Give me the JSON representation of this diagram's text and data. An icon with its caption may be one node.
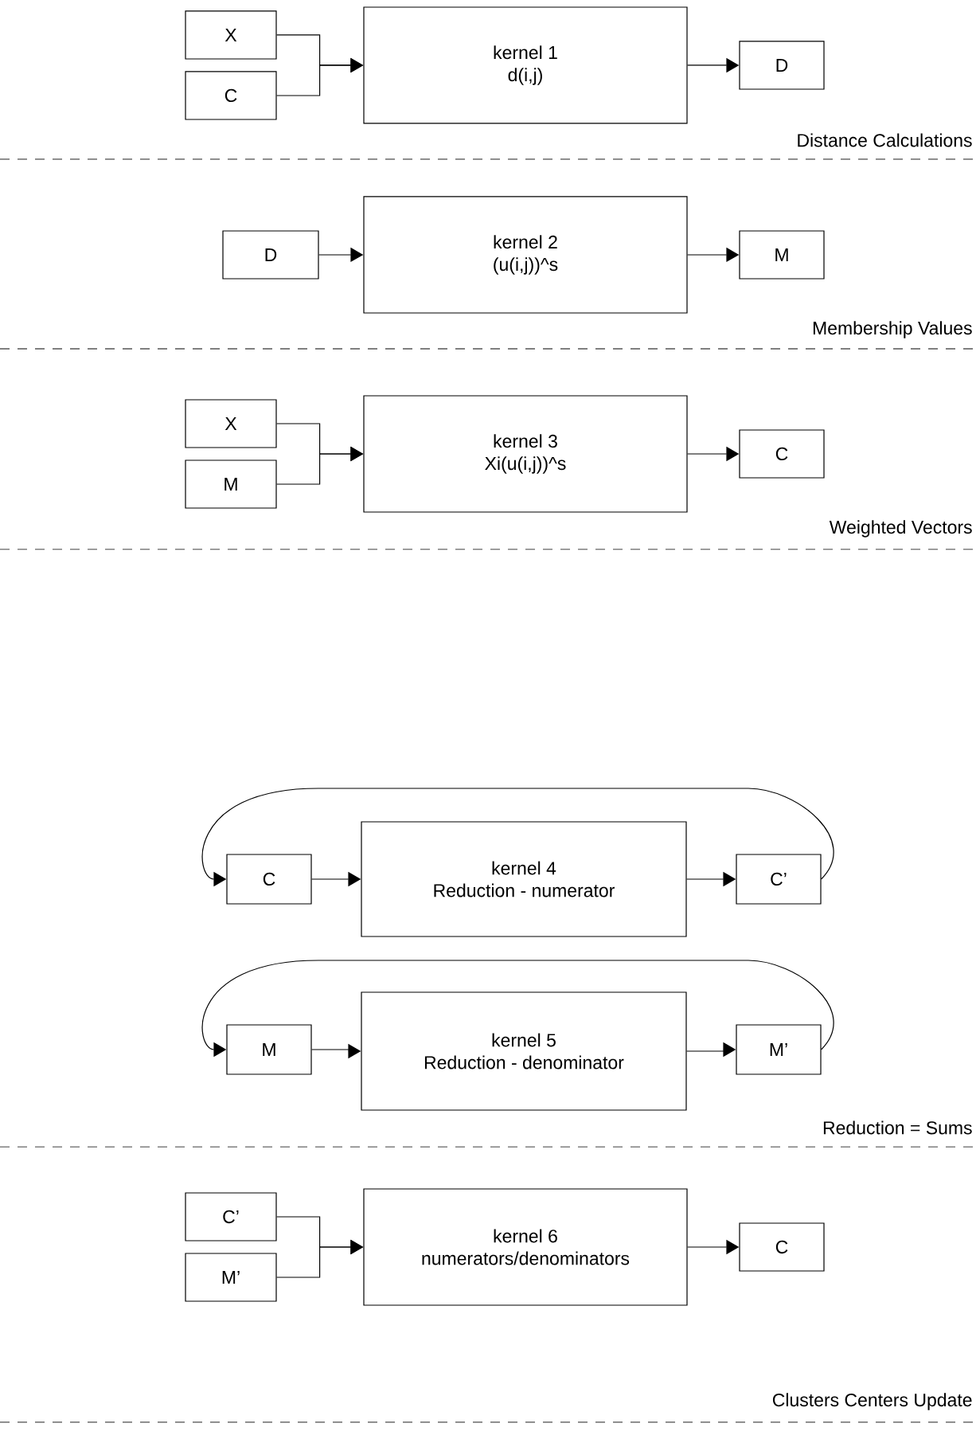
{
  "diagram": {
    "nodes": [
      {
        "text": [
          "X"
        ]
      },
      {
        "text": [
          "C"
        ]
      },
      {
        "text": [
          "kernel 1",
          "d(i,j)"
        ]
      },
      {
        "text": [
          "D"
        ]
      },
      {
        "text": [
          "D"
        ]
      },
      {
        "text": [
          "kernel 2",
          "(u(i,j))^s"
        ]
      },
      {
        "text": [
          "M"
        ]
      },
      {
        "text": [
          "X"
        ]
      },
      {
        "text": [
          "M"
        ]
      },
      {
        "text": [
          "kernel 3",
          "Xi(u(i,j))^s"
        ]
      },
      {
        "text": [
          "C"
        ]
      },
      {
        "text": [
          "C"
        ]
      },
      {
        "text": [
          "kernel 4",
          "Reduction - numerator"
        ]
      },
      {
        "text": [
          "C’"
        ]
      },
      {
        "text": [
          "M"
        ]
      },
      {
        "text": [
          "kernel 5",
          "Reduction - denominator"
        ]
      },
      {
        "text": [
          "M’"
        ]
      },
      {
        "text": [
          "C’"
        ]
      },
      {
        "text": [
          "M’"
        ]
      },
      {
        "text": [
          "kernel 6",
          "numerators/denominators"
        ]
      },
      {
        "text": [
          "C"
        ]
      }
    ],
    "edges": [
      {
        "from": 0,
        "to": 2,
        "arrow": "to"
      },
      {
        "from": 1,
        "to": 2,
        "arrow": "to"
      },
      {
        "from": 2,
        "to": 3,
        "arrow": "to"
      },
      {
        "from": 4,
        "to": 5,
        "arrow": "to"
      },
      {
        "from": 5,
        "to": 6,
        "arrow": "to"
      },
      {
        "from": 7,
        "to": 9,
        "arrow": "to"
      },
      {
        "from": 8,
        "to": 9,
        "arrow": "to"
      },
      {
        "from": 9,
        "to": 10,
        "arrow": "to"
      },
      {
        "from": 11,
        "to": 12,
        "arrow": "to"
      },
      {
        "from": 12,
        "to": 13,
        "arrow": "to"
      },
      {
        "from": 13,
        "to": 11,
        "arrow": "to"
      },
      {
        "from": 14,
        "to": 15,
        "arrow": "to"
      },
      {
        "from": 15,
        "to": 16,
        "arrow": "to"
      },
      {
        "from": 16,
        "to": 14,
        "arrow": "to"
      },
      {
        "from": 17,
        "to": 19,
        "arrow": "to"
      },
      {
        "from": 18,
        "to": 19,
        "arrow": "to"
      },
      {
        "from": 19,
        "to": 20,
        "arrow": "to"
      }
    ],
    "labels": [
      "Distance Calculations",
      "Membership Values",
      "Weighted Vectors",
      "Reduction = Sums",
      "Clusters Centers Update"
    ]
  }
}
